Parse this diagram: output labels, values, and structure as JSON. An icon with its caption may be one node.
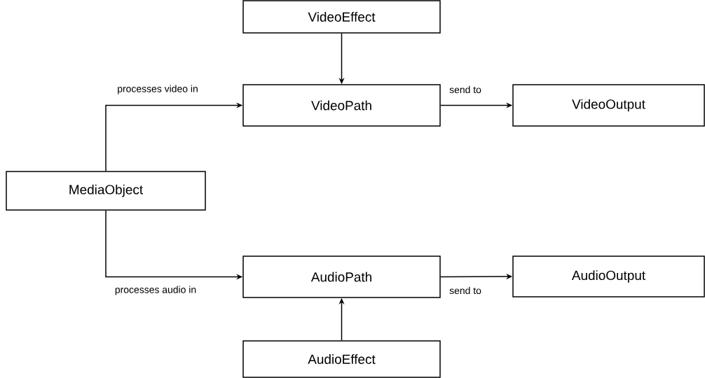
{
  "diagram": {
    "nodes": [
      {
        "text": [
          "VideoEffect"
        ]
      },
      {
        "text": [
          "VideoPath"
        ]
      },
      {
        "text": [
          "VideoOutput"
        ]
      },
      {
        "text": [
          "MediaObject"
        ]
      },
      {
        "text": [
          "AudioPath"
        ]
      },
      {
        "text": [
          "AudioOutput"
        ]
      },
      {
        "text": [
          "AudioEffect"
        ]
      }
    ],
    "edges": [
      {
        "from": 0,
        "to": 1,
        "arrow": "to"
      },
      {
        "from": 3,
        "to": 1,
        "arrow": "to",
        "label": "processes video in"
      },
      {
        "from": 1,
        "to": 2,
        "arrow": "to",
        "label": "send to"
      },
      {
        "from": 3,
        "to": 4,
        "arrow": "to",
        "label": "processes audio in"
      },
      {
        "from": 4,
        "to": 5,
        "arrow": "to",
        "label": "send to"
      },
      {
        "from": 6,
        "to": 4,
        "arrow": "to"
      }
    ]
  }
}
